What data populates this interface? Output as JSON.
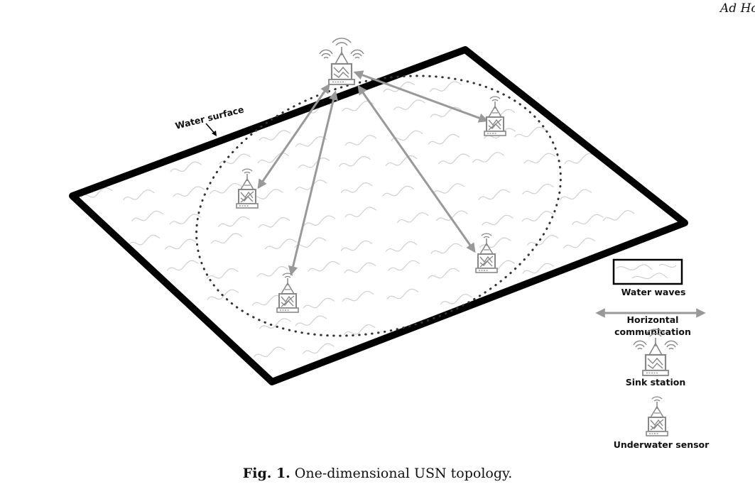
{
  "running_head": "Ad Ho",
  "figure": {
    "label_water_surface": "Water surface",
    "legend": {
      "water_waves": "Water waves",
      "horizontal_line1": "Horizontal",
      "horizontal_line2": "communication",
      "sink_station": "Sink station",
      "underwater_sensor": "Underwater sensor"
    }
  },
  "caption": {
    "number": "Fig. 1.",
    "text": "One-dimensional USN topology."
  },
  "colors": {
    "frame": "#000000",
    "arrow": "#999999",
    "wave": "#cccccc",
    "node": "#8a8a8a"
  }
}
